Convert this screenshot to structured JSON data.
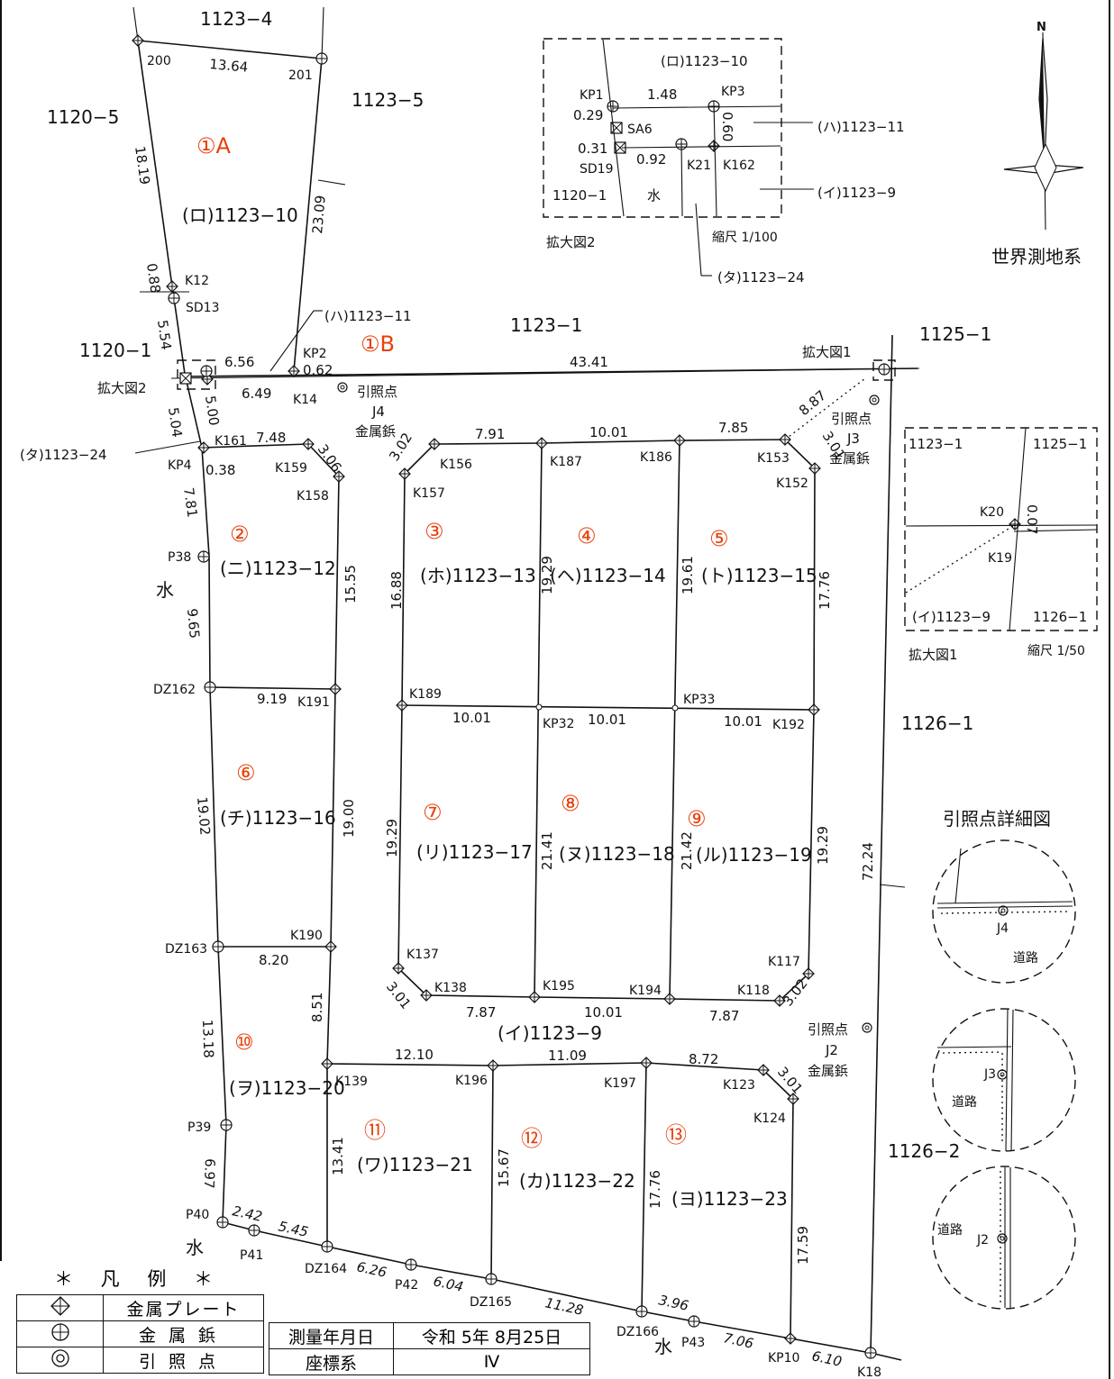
{
  "north": "N",
  "datum": "世界測地系",
  "markers": {
    "m1A": "①A",
    "m1B": "①B",
    "m2": "②",
    "m3": "③",
    "m4": "④",
    "m5": "⑤",
    "m6": "⑥",
    "m7": "⑦",
    "m8": "⑧",
    "m9": "⑨",
    "m10": "⑩",
    "m11": "⑪",
    "m12": "⑫",
    "m13": "⑬"
  },
  "parcels": {
    "p1123_4": "1123−4",
    "p1123_5": "1123−5",
    "p1120_5": "1120−5",
    "p1120_1": "1120−1",
    "p1123_1": "1123−1",
    "p1125_1": "1125−1",
    "p1126_1": "1126−1",
    "p1126_2": "1126−2",
    "ro": "(ロ)1123−10",
    "ha": "(ハ)1123−11",
    "ta": "(タ)1123−24",
    "ni": "(ニ)1123−12",
    "ho": "(ホ)1123−13",
    "he": "(ヘ)1123−14",
    "to": "(ト)1123−15",
    "chi": "(チ)1123−16",
    "ri": "(リ)1123−17",
    "nu": "(ヌ)1123−18",
    "ru": "(ル)1123−19",
    "i": "(イ)1123−9",
    "wo": "(ヲ)1123−20",
    "wa": "(ワ)1123−21",
    "ka": "(カ)1123−22",
    "yo": "(ヨ)1123−23",
    "water": "水"
  },
  "points": {
    "200": "200",
    "201": "201",
    "K12": "K12",
    "SD13": "SD13",
    "KP2": "KP2",
    "K14": "K14",
    "K161": "K161",
    "KP4": "KP4",
    "K159": "K159",
    "K158": "K158",
    "K156": "K156",
    "K157": "K157",
    "K187": "K187",
    "K186": "K186",
    "K153": "K153",
    "K152": "K152",
    "P38": "P38",
    "DZ162": "DZ162",
    "K191": "K191",
    "K189": "K189",
    "KP32": "KP32",
    "KP33": "KP33",
    "K192": "K192",
    "DZ163": "DZ163",
    "K190": "K190",
    "K137": "K137",
    "K138": "K138",
    "K195": "K195",
    "K194": "K194",
    "K118": "K118",
    "K117": "K117",
    "K139": "K139",
    "K196": "K196",
    "K197": "K197",
    "K123": "K123",
    "K124": "K124",
    "P39": "P39",
    "P40": "P40",
    "P41": "P41",
    "DZ164": "DZ164",
    "P42": "P42",
    "DZ165": "DZ165",
    "DZ166": "DZ166",
    "P43": "P43",
    "KP10": "KP10",
    "K18": "K18",
    "KP1": "KP1",
    "KP3": "KP3",
    "SA6": "SA6",
    "SD19": "SD19",
    "K21": "K21",
    "K162": "K162",
    "K20": "K20",
    "K19": "K19"
  },
  "distances": {
    "d1364": "13.64",
    "d1819": "18.19",
    "d2309": "23.09",
    "d088": "0.88",
    "d554": "5.54",
    "d656": "6.56",
    "d062": "0.62",
    "d649": "6.49",
    "d4341": "43.41",
    "d504": "5.04",
    "d500": "5.00",
    "d748": "7.48",
    "d038": "0.38",
    "d306": "3.06",
    "d791": "7.91",
    "d1001a": "10.01",
    "d785": "7.85",
    "d887": "8.87",
    "d301a": "3.01",
    "d302a": "3.02",
    "d781": "7.81",
    "d965": "9.65",
    "d1555": "15.55",
    "d1688": "16.88",
    "d1929a": "19.29",
    "d1961": "19.61",
    "d1776a": "17.76",
    "d919": "9.19",
    "d1001b": "10.01",
    "d1001c": "10.01",
    "d1001d": "10.01",
    "d1902": "19.02",
    "d1900": "19.00",
    "d1929b": "19.29",
    "d2141": "21.41",
    "d2142": "21.42",
    "d1929c": "19.29",
    "d7224": "72.24",
    "d820": "8.20",
    "d851": "8.51",
    "d301b": "3.01",
    "d787a": "7.87",
    "d1001e": "10.01",
    "d787b": "7.87",
    "d302b": "3.02",
    "d1318": "13.18",
    "d1210": "12.10",
    "d1109": "11.09",
    "d872": "8.72",
    "d301c": "3.01",
    "d697": "6.97",
    "d1341": "13.41",
    "d1567": "15.67",
    "d1776b": "17.76",
    "d1759": "17.59",
    "d242": "2.42",
    "d545": "5.45",
    "d626": "6.26",
    "d604": "6.04",
    "d1128": "11.28",
    "d396": "3.96",
    "d706": "7.06",
    "d610": "6.10",
    "d148": "1.48",
    "d029": "0.29",
    "d031": "0.31",
    "d092": "0.92",
    "d060": "0.60",
    "d007": "0.07"
  },
  "refpoints": {
    "j4a": "引照点",
    "j4b": "J4",
    "j4c": "金属鋲",
    "j3a": "引照点",
    "j3b": "J3",
    "j3c": "金属鋲",
    "j2a": "引照点",
    "j2b": "J2",
    "j2c": "金属鋲"
  },
  "inset2": {
    "title": "拡大図2",
    "scale": "縮尺 1/100",
    "ro": "(ロ)1123−10",
    "ha": "(ハ)1123−11",
    "i": "(イ)1123−9",
    "ta": "(タ)1123−24",
    "p1120_1": "1120−1",
    "water": "水"
  },
  "inset1": {
    "title": "拡大図1",
    "scale": "縮尺 1/50",
    "a": "1123−1",
    "b": "1125−1",
    "c": "(イ)1123−9",
    "d": "1126−1"
  },
  "callouts": {
    "ext1": "拡大図1",
    "ext2": "拡大図2",
    "ha": "(ハ)1123−11",
    "ta": "(タ)1123−24"
  },
  "refdetail": {
    "title": "引照点詳細図",
    "j4": "J4",
    "j3": "J3",
    "j2": "J2",
    "road": "道路"
  },
  "legend": {
    "title": "＊ 凡 例 ＊",
    "plate": "金属プレート",
    "rivet": "金属鋲",
    "ref": "引照点"
  },
  "info": {
    "date_label": "測量年月日",
    "date": "令和 5年 8月25日",
    "coord_label": "座標系",
    "coord": "Ⅳ"
  }
}
